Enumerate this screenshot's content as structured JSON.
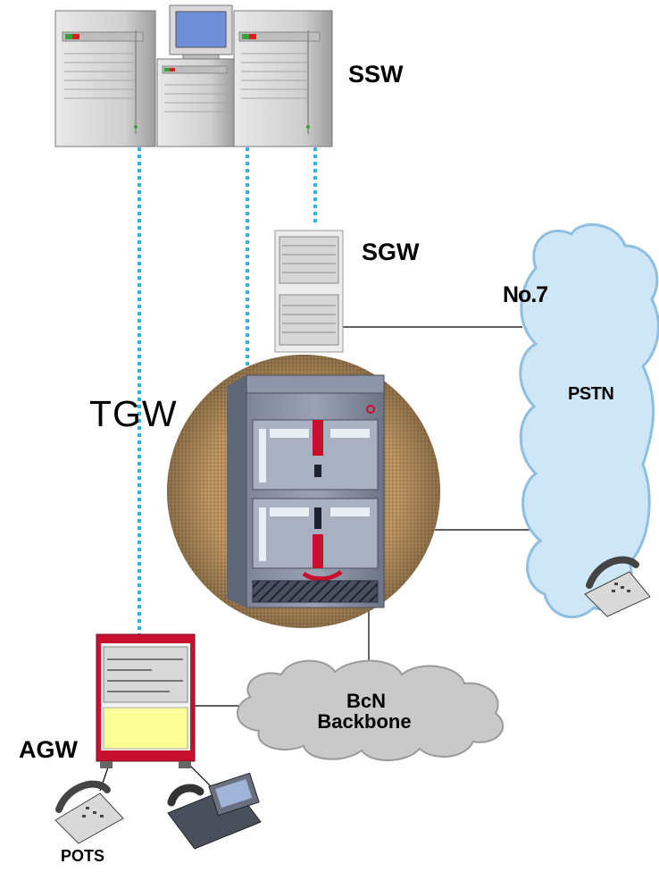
{
  "labels": {
    "ssw": "SSW",
    "sgw": "SGW",
    "no7": "No.7",
    "pstn": "PSTN",
    "tgw": "TGW",
    "bcn_line1": "BcN",
    "bcn_line2": "Backbone",
    "agw": "AGW",
    "pots": "POTS"
  },
  "icons": {
    "servers": "server-rack-icon",
    "sgw": "signaling-gateway-rack-icon",
    "tgw": "trunk-gateway-chassis-icon",
    "agw": "access-gateway-cabinet-icon",
    "phones": "telephone-icon",
    "clouds": "network-cloud-icon"
  },
  "colors": {
    "dotted_link": "#29b6e6",
    "pstn_cloud": "#cfe6f7",
    "pstn_outline": "#8fbfe0",
    "backbone_cloud": "#c9c9c9",
    "backbone_outline": "#9a9a9a",
    "tgw_background": "#b08a5a",
    "agw_frame": "#c8102e",
    "agw_panel": "#ffff99"
  }
}
